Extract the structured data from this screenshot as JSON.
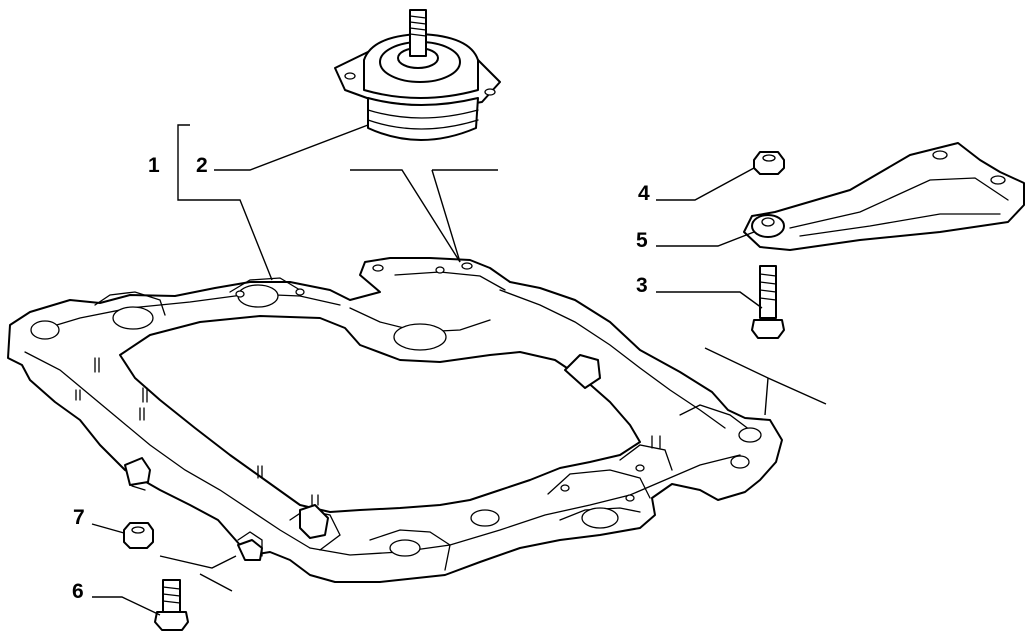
{
  "diagram": {
    "callouts": [
      {
        "id": "c1",
        "text": "1"
      },
      {
        "id": "c2",
        "text": "2"
      },
      {
        "id": "c3",
        "text": "3"
      },
      {
        "id": "c4",
        "text": "4"
      },
      {
        "id": "c5",
        "text": "5"
      },
      {
        "id": "c6",
        "text": "6"
      },
      {
        "id": "c7",
        "text": "7"
      }
    ],
    "colors": {
      "ink": "#000000",
      "paper": "#ffffff"
    }
  }
}
